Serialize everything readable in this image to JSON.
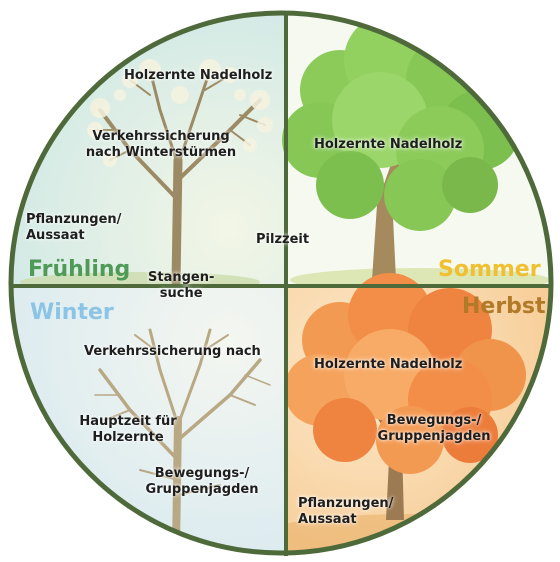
{
  "colors": {
    "ring": "#4f6a3a",
    "spring_bg": "#dcefe9",
    "summer_bg": "#f4f8ec",
    "winter_bg": "#e4f0f4",
    "autumn_bg": "#f9d9ad",
    "fruehling": "#4f9a57",
    "sommer": "#f0c030",
    "winter": "#8cc4e6",
    "herbst": "#b07a28",
    "summer_foliage": "#86c756",
    "autumn_foliage": "#f08a44",
    "spring_blossom": "#f6f3df",
    "trunk": "#9c8a64"
  },
  "seasons": {
    "fruehling": "Frühling",
    "sommer": "Sommer",
    "winter": "Winter",
    "herbst": "Herbst"
  },
  "labels": {
    "spring_holzernte": "Holzernte Nadelholz",
    "spring_verkehr": "Verkehrssicherung\nnach Winterstürmen",
    "spring_pflanzungen": "Pflanzungen/\nAussaat",
    "spring_stangensuche": "Stangen-\nsuche",
    "summer_pilzzeit": "Pilzzeit",
    "summer_holzernte": "Holzernte Nadelholz",
    "winter_verkehr": "Verkehrssicherung nach",
    "winter_hauptzeit": "Hauptzeit für\nHolzernte",
    "winter_jagden": "Bewegungs-/\nGruppenjagden",
    "autumn_holzernte": "Holzernte Nadelholz",
    "autumn_jagden": "Bewegungs-/\nGruppenjagden",
    "autumn_pflanzungen": "Pflanzungen/\nAussaat"
  }
}
